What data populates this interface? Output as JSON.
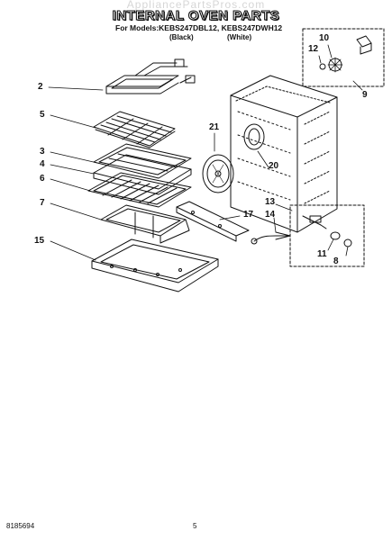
{
  "watermark": "AppliancePartsPros.com",
  "header": {
    "title": "INTERNAL OVEN PARTS",
    "models": "For Models:KEBS247DBL12, KEBS247DWH12",
    "color_black": "(Black)",
    "color_white": "(White)"
  },
  "callouts": {
    "c2": "2",
    "c5": "5",
    "c3": "3",
    "c4": "4",
    "c6": "6",
    "c7": "7",
    "c15": "15",
    "c21": "21",
    "c20": "20",
    "c17": "17",
    "c13": "13",
    "c14": "14",
    "c10": "10",
    "c12": "12",
    "c9": "9",
    "c11": "11",
    "c8": "8"
  },
  "footer": {
    "doc_number": "8185694",
    "page_number": "5"
  }
}
